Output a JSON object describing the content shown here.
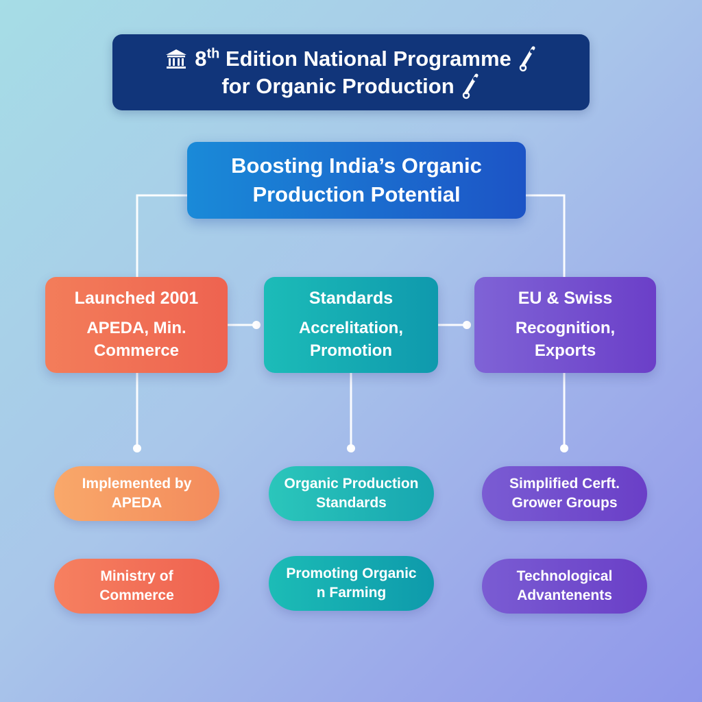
{
  "header": {
    "title_prefix": "8",
    "title_superscript": "th",
    "title_line1_rest": "Edition National Programme",
    "title_line2": "for Organic Production",
    "left_icon": "government-building-icon",
    "right_icon": "pin-icon"
  },
  "root": {
    "line1": "Boosting India’s Organic",
    "line2": "Production Potential"
  },
  "cards": [
    {
      "title": "Launched 2001",
      "sub1": "APEDA, Min.",
      "sub2": "Commerce"
    },
    {
      "title": "Standards",
      "sub1": "Accrelitation,",
      "sub2": "Promotion"
    },
    {
      "title": "EU & Swiss",
      "sub1": "Recognition,",
      "sub2": "Exports"
    }
  ],
  "pills": [
    {
      "line1": "Implemented by",
      "line2": "APEDA"
    },
    {
      "line1": "Ministry of",
      "line2": "Commerce"
    },
    {
      "line1": "Organic Production",
      "line2": "Standards"
    },
    {
      "line1": "Promoting Organic",
      "line2": "n Farming"
    },
    {
      "line1": "Simplified Cerft.",
      "line2": "Grower Groups"
    },
    {
      "line1": "Technological",
      "line2": "Advantenents"
    }
  ],
  "colors": {
    "header_bg": "#11357a",
    "root_bg": "#1c54c6",
    "orange": "#ee6350",
    "teal": "#0f99ad",
    "purple": "#6b3fc8",
    "connector": "#ffffff"
  }
}
